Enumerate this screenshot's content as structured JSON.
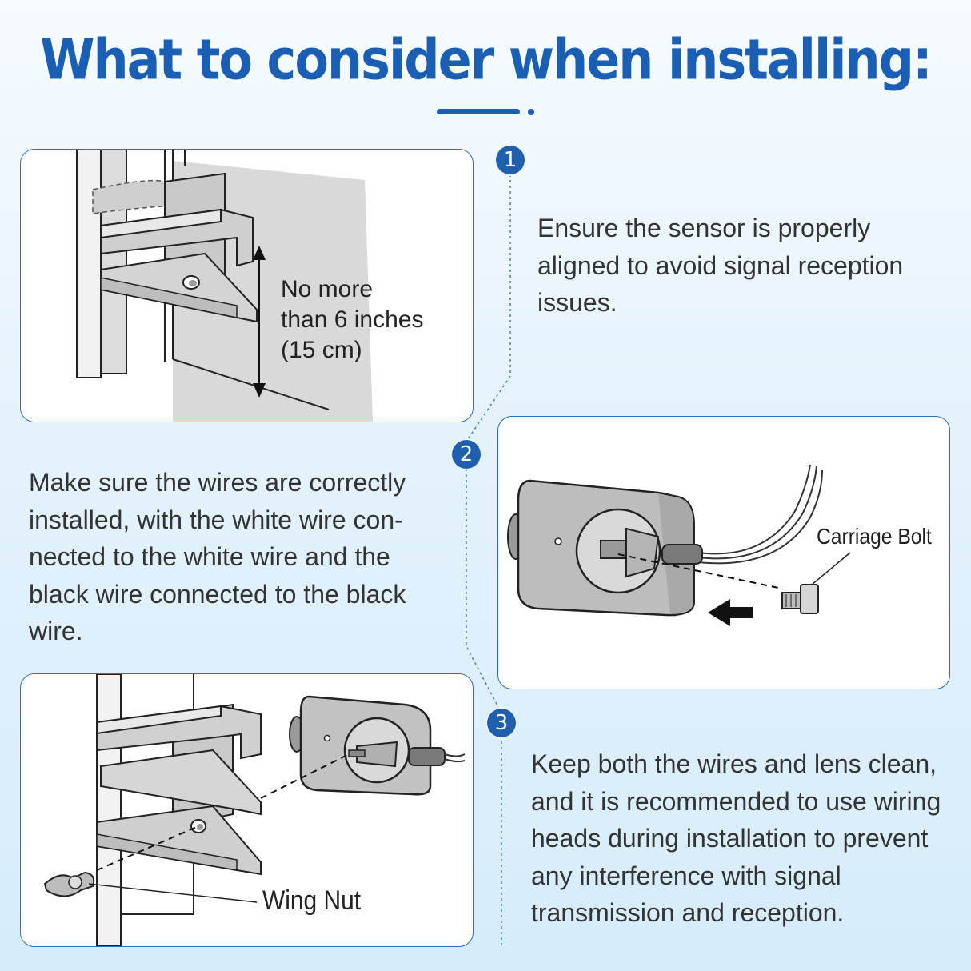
{
  "header": {
    "title": "What to consider when installing:"
  },
  "steps": [
    {
      "number": "1",
      "text": "Ensure the sensor is properly aligned to avoid signal reception issues."
    },
    {
      "number": "2",
      "text": "Make sure the wires are correctly installed, with the white wire con-nected to the white wire and the black wire connected to the black wire."
    },
    {
      "number": "3",
      "text": "Keep both the wires and lens clean, and it is recommended to use wiring heads during installation to prevent any interference with signal transmission and reception."
    }
  ],
  "illustrations": {
    "bracket_height": {
      "label_line1": "No more",
      "label_line2": "than 6 inches",
      "label_line3": "(15 cm)"
    },
    "sensor_bolt": {
      "label": "Carriage Bolt"
    },
    "sensor_mount": {
      "label": "Wing Nut"
    }
  },
  "colors": {
    "accent": "#1a5fb4",
    "badge": "#1f5fae",
    "panel_border": "#2f6fbf"
  }
}
